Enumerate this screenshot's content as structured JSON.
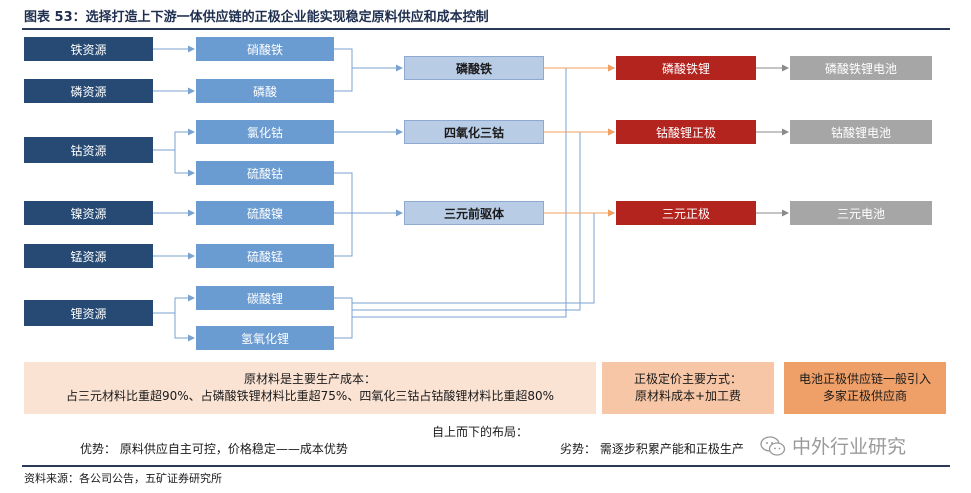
{
  "title": "图表 53：选择打造上下游一体供应链的正极企业能实现稳定原料供应和成本控制",
  "sources": {
    "iron": "铁资源",
    "phosphorus": "磷资源",
    "cobalt": "钴资源",
    "nickel": "镍资源",
    "manganese": "锰资源",
    "lithium": "锂资源"
  },
  "intermediates": {
    "ferrous_nitrate": "硝酸铁",
    "phosphoric_acid": "磷酸",
    "cobalt_chloride": "氯化钴",
    "cobalt_sulfate": "硫酸钴",
    "nickel_sulfate": "硫酸镍",
    "manganese_sulfate": "硫酸锰",
    "lithium_carbonate": "碳酸锂",
    "lithium_hydroxide": "氢氧化锂"
  },
  "products": {
    "iron_phosphate": "磷酸铁",
    "cobalt_oxide": "四氧化三钴",
    "ternary_precursor": "三元前驱体"
  },
  "cathodes": {
    "lfp": "磷酸铁锂",
    "lco": "钴酸锂正极",
    "ternary": "三元正极"
  },
  "batteries": {
    "lfp": "磷酸铁锂电池",
    "lco": "钴酸锂电池",
    "ternary": "三元电池"
  },
  "notes": {
    "raw_title": "原材料是主要生产成本：",
    "raw_body": "占三元材料比重超90%、占磷酸铁锂材料比重超75%、四氧化三钴占钴酸锂材料比重超80%",
    "pricing_title": "正极定价主要方式：",
    "pricing_body": "原材料成本+加工费",
    "supply_line1": "电池正极供应链一般引入",
    "supply_line2": "多家正极供应商"
  },
  "layout_text": {
    "topdown": "自上而下的布局：",
    "advantage": "优势：  原料供应自主可控，价格稳定——成本优势",
    "disadvantage": "劣势：  需逐步积累产能和正极生产"
  },
  "watermark": "中外行业研究",
  "footer": "资料来源：各公司公告，五矿证券研究所",
  "colors": {
    "source": "#264a73",
    "intermediate": "#6a9bd1",
    "product": "#b9cce6",
    "cathode": "#b3241f",
    "battery": "#a6a6a6",
    "connector": "#7aa3cf",
    "cathode_arrow": "#f0a060"
  }
}
